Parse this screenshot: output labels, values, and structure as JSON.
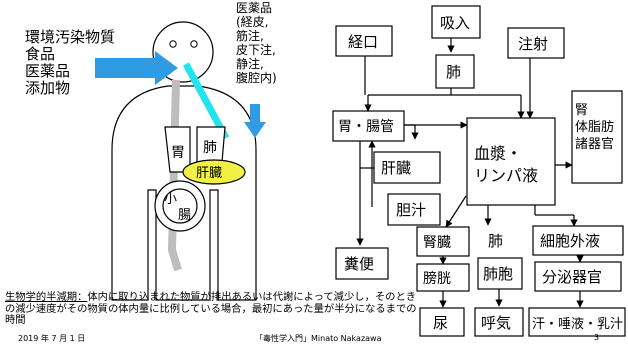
{
  "left": {
    "substances": [
      "環境汚染物質",
      "食品",
      "医薬品",
      "添加物"
    ],
    "drug_routes": [
      "医薬品",
      "(経皮,",
      "筋注,",
      "皮下注,",
      "静注,",
      "腹腔内)"
    ],
    "organs": {
      "stomach": "胃",
      "lung": "肺",
      "liver": "肝臓",
      "small_intestine_1": "小",
      "small_intestine_2": "腸"
    },
    "colors": {
      "arrow": "#2f9be3",
      "airway": "#22e3ee",
      "liver": "#f2f046",
      "gut": "#bdbdbd"
    }
  },
  "flow": {
    "oral": "経口",
    "inhalation": "吸入",
    "injection": "注射",
    "lung_box": "肺",
    "gi": "胃・腸管",
    "liver": "肝臓",
    "bile": "胆汁",
    "feces": "糞便",
    "plasma_1": "血漿・",
    "plasma_2": "リンパ液",
    "storage_1": "腎",
    "storage_2": "体脂肪",
    "storage_3": "諸器官",
    "kidney": "腎臓",
    "bladder": "膀胱",
    "urine": "尿",
    "lung_lower": "肺",
    "alveoli": "肺胞",
    "exhalation": "呼気",
    "extracellular": "細胞外液",
    "secretory": "分泌器官",
    "secretions": "汗・唾液・乳汁"
  },
  "footnote": {
    "term": "生物学的半減期：",
    "body": "体内に取り込まれた物質が排出あるいは代謝によって減少し，そのときの減少速度がその物質の体内量に比例している場合，最初にあった量が半分になるまでの時間"
  },
  "footer": {
    "date": "2019 年 7 月 1 日",
    "title": "「毒性学入門」Minato Nakazawa",
    "page": "3"
  }
}
